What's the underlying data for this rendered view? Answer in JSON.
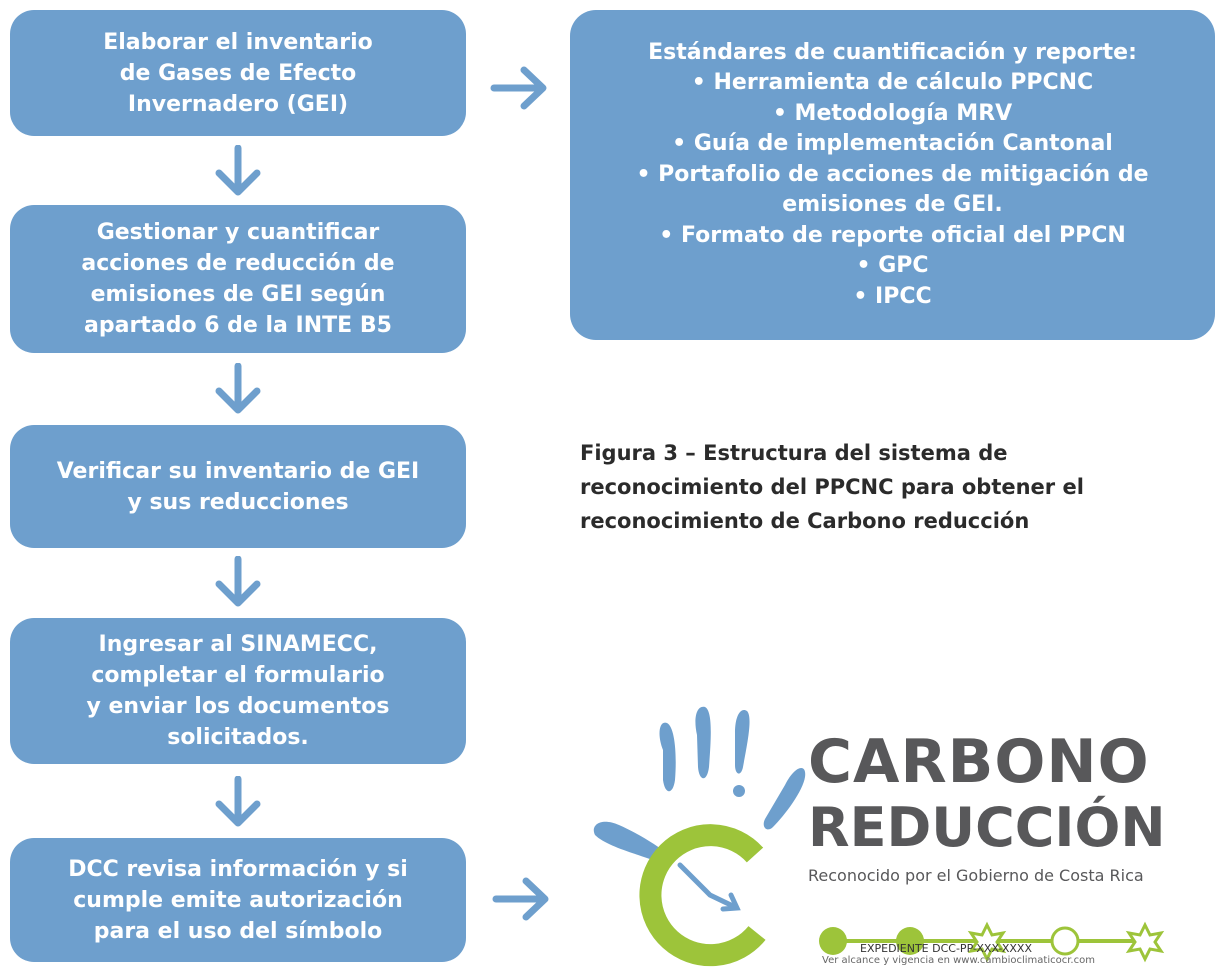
{
  "steps": [
    {
      "lines": [
        "Elaborar el inventario",
        "de Gases de Efecto",
        "Invernadero (GEI)"
      ]
    },
    {
      "lines": [
        "Gestionar y cuantificar",
        "acciones de reducción de",
        "emisiones de GEI según",
        "apartado 6 de la INTE B5"
      ]
    },
    {
      "lines": [
        "Verificar su inventario de GEI",
        "y sus reducciones"
      ]
    },
    {
      "lines": [
        "Ingresar al SINAMECC,",
        "completar el formulario",
        "y enviar los documentos",
        "solicitados."
      ]
    },
    {
      "lines": [
        "DCC revisa información y si",
        "cumple emite autorización",
        "para el uso del símbolo"
      ]
    }
  ],
  "standards": {
    "lines": [
      "Estándares de cuantificación y reporte:",
      "• Herramienta de cálculo PPCNC",
      "• Metodología MRV",
      "• Guía de implementación Cantonal",
      "• Portafolio de acciones de mitigación de",
      "emisiones de GEI.",
      "• Formato de reporte oficial del PPCN",
      "• GPC",
      "• IPCC"
    ]
  },
  "caption": {
    "lines": [
      "Figura 3 – Estructura del sistema de",
      "reconocimiento del PPCNC para obtener el",
      "reconocimiento de Carbono reducción"
    ]
  },
  "logo": {
    "word1": "CARBONO",
    "word2": "REDUCCIÓN",
    "recognized": "Reconocido por el Gobierno de Costa Rica",
    "expediente": "EXPEDIENTE DCC-PP-XXX-XXXX",
    "alcance": "Ver alcance y vigencia en www.cambioclimaticocr.com"
  },
  "colors": {
    "box": "#6e9fcd",
    "arrow": "#6e9fcd",
    "logo_green": "#9dc43a",
    "logo_gray": "#58585a"
  }
}
